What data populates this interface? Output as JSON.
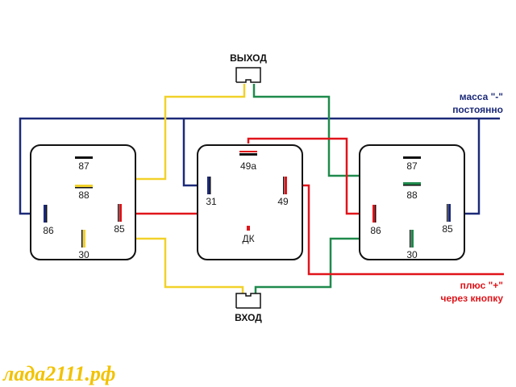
{
  "colors": {
    "yellow": "#f2d12a",
    "green": "#1f8a4c",
    "blue": "#1c2a78",
    "red": "#e0141a",
    "black": "#111111"
  },
  "labels": {
    "output": "ВЫХОД",
    "input": "ВХОД",
    "ground_line1": "масса \"-\"",
    "ground_line2": "постоянно",
    "plus_line1": "плюс \"+\"",
    "plus_line2": "через кнопку",
    "watermark": "лада2111.рф"
  },
  "relays": [
    {
      "pins": {
        "87": "87",
        "88": "88",
        "86": "86",
        "85": "85",
        "30": "30"
      }
    },
    {
      "pins": {
        "49a": "49a",
        "31": "31",
        "49": "49",
        "dk": "ДК"
      }
    },
    {
      "pins": {
        "87": "87",
        "88": "88",
        "86": "86",
        "85": "85",
        "30": "30"
      }
    }
  ]
}
